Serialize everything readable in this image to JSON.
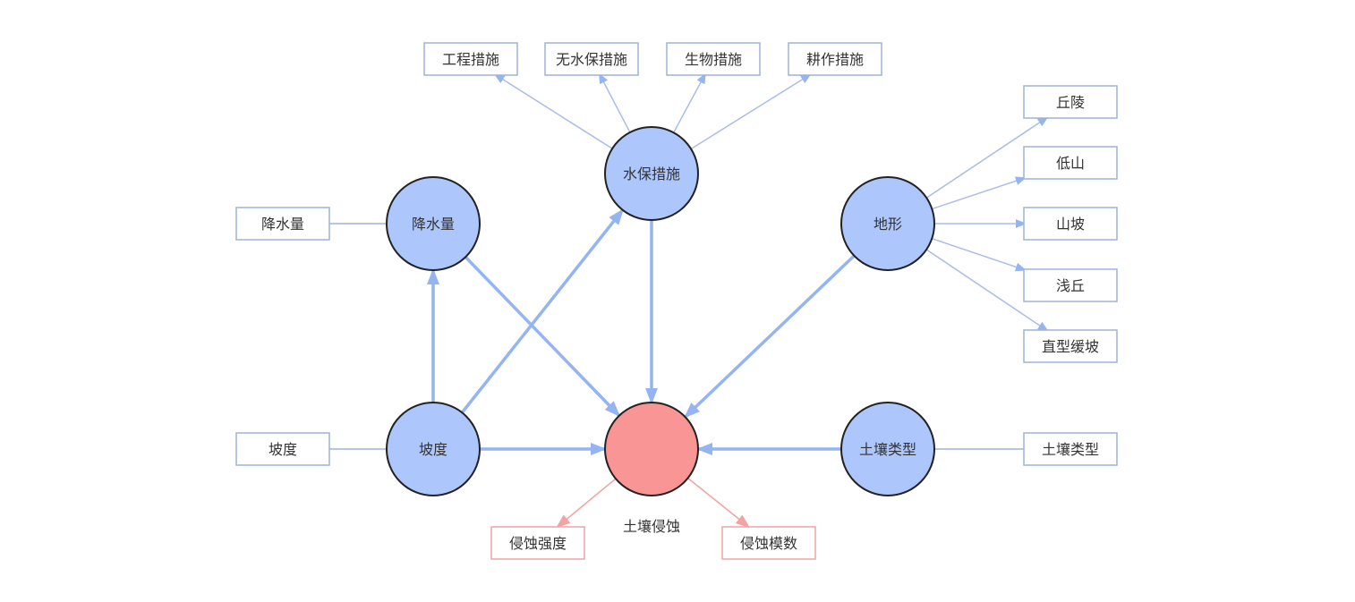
{
  "diagram": {
    "colors": {
      "node_fill": "#adc6fb",
      "node_stroke": "#222222",
      "target_fill": "#fa9595",
      "edge_blue": "#94b4f2",
      "edge_thin": "#a9bde6",
      "edge_pink": "#f2a3a3",
      "box_blue": "#9fb3d6",
      "box_pink": "#eea3a3"
    },
    "nodes": [
      {
        "id": "shuibao",
        "label": "水保措施",
        "kind": "circle"
      },
      {
        "id": "jiangshui",
        "label": "降水量",
        "kind": "circle"
      },
      {
        "id": "podu",
        "label": "坡度",
        "kind": "circle"
      },
      {
        "id": "dixing",
        "label": "地形",
        "kind": "circle"
      },
      {
        "id": "turangleixing",
        "label": "土壤类型",
        "kind": "circle"
      },
      {
        "id": "qinshi",
        "label": "",
        "kind": "target",
        "caption": "土壤侵蚀"
      },
      {
        "id": "b_gongcheng",
        "label": "工程措施",
        "kind": "box"
      },
      {
        "id": "b_wushuibao",
        "label": "无水保措施",
        "kind": "box"
      },
      {
        "id": "b_shengwu",
        "label": "生物措施",
        "kind": "box"
      },
      {
        "id": "b_gengzuo",
        "label": "耕作措施",
        "kind": "box"
      },
      {
        "id": "b_qiuling",
        "label": "丘陵",
        "kind": "box"
      },
      {
        "id": "b_dishan",
        "label": "低山",
        "kind": "box"
      },
      {
        "id": "b_shanpo",
        "label": "山坡",
        "kind": "box"
      },
      {
        "id": "b_qianqiu",
        "label": "浅丘",
        "kind": "box"
      },
      {
        "id": "b_zhixing",
        "label": "直型缓坡",
        "kind": "box"
      },
      {
        "id": "b_jiangshui",
        "label": "降水量",
        "kind": "box"
      },
      {
        "id": "b_podu",
        "label": "坡度",
        "kind": "box"
      },
      {
        "id": "b_turang",
        "label": "土壤类型",
        "kind": "box"
      },
      {
        "id": "b_qiangdu",
        "label": "侵蚀强度",
        "kind": "pinkbox"
      },
      {
        "id": "b_moshu",
        "label": "侵蚀模数",
        "kind": "pinkbox"
      }
    ],
    "edges": [
      {
        "from": "podu",
        "to": "jiangshui",
        "style": "thick"
      },
      {
        "from": "podu",
        "to": "shuibao",
        "style": "thick"
      },
      {
        "from": "jiangshui",
        "to": "qinshi",
        "style": "thick"
      },
      {
        "from": "shuibao",
        "to": "qinshi",
        "style": "thick"
      },
      {
        "from": "dixing",
        "to": "qinshi",
        "style": "thick"
      },
      {
        "from": "podu",
        "to": "qinshi",
        "style": "thick"
      },
      {
        "from": "turangleixing",
        "to": "qinshi",
        "style": "thick"
      },
      {
        "from": "shuibao",
        "to": "b_gongcheng",
        "style": "thin"
      },
      {
        "from": "shuibao",
        "to": "b_wushuibao",
        "style": "thin"
      },
      {
        "from": "shuibao",
        "to": "b_shengwu",
        "style": "thin"
      },
      {
        "from": "shuibao",
        "to": "b_gengzuo",
        "style": "thin"
      },
      {
        "from": "dixing",
        "to": "b_qiuling",
        "style": "thin"
      },
      {
        "from": "dixing",
        "to": "b_dishan",
        "style": "thin"
      },
      {
        "from": "dixing",
        "to": "b_shanpo",
        "style": "thin"
      },
      {
        "from": "dixing",
        "to": "b_qianqiu",
        "style": "thin"
      },
      {
        "from": "dixing",
        "to": "b_zhixing",
        "style": "thin"
      },
      {
        "from": "b_jiangshui",
        "to": "jiangshui",
        "style": "line"
      },
      {
        "from": "b_podu",
        "to": "podu",
        "style": "line"
      },
      {
        "from": "turangleixing",
        "to": "b_turang",
        "style": "line"
      },
      {
        "from": "qinshi",
        "to": "b_qiangdu",
        "style": "pink"
      },
      {
        "from": "qinshi",
        "to": "b_moshu",
        "style": "pink"
      }
    ]
  }
}
